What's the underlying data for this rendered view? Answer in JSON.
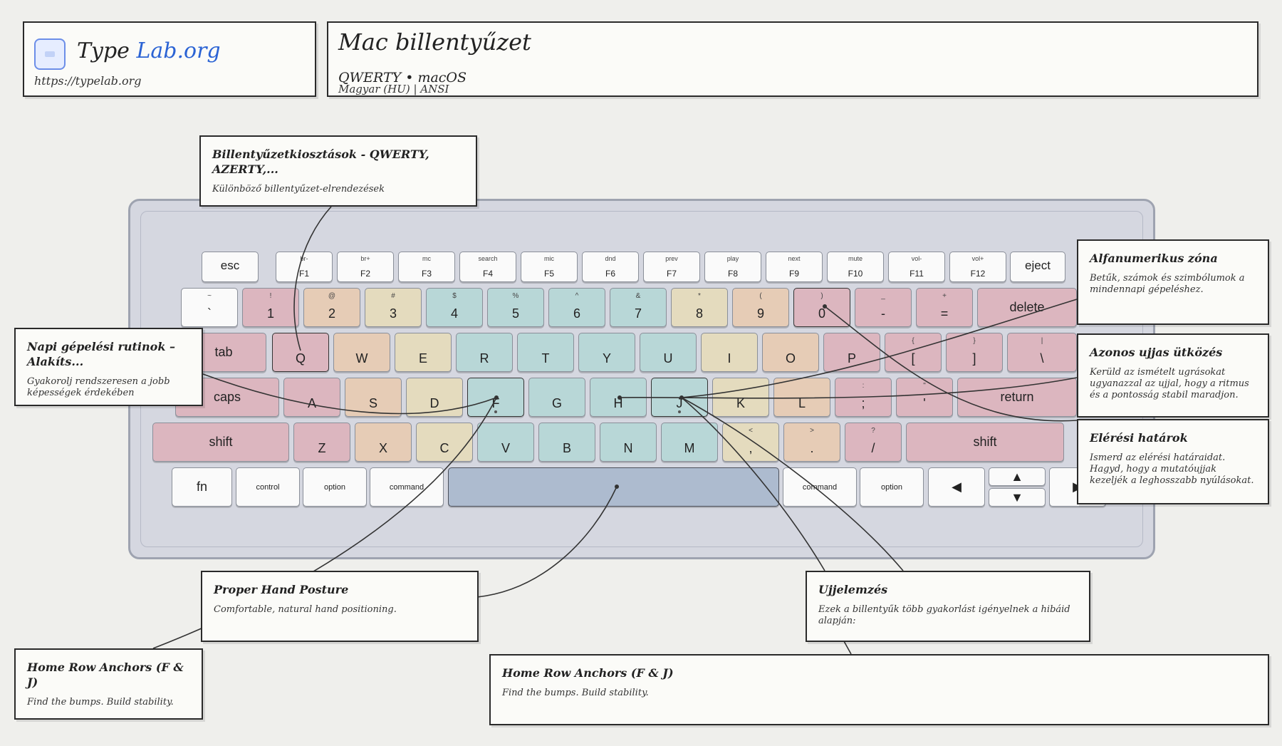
{
  "brand": {
    "name_part1": "Type",
    "name_part2": "Lab.org",
    "url": "https://typelab.org",
    "icon": "keyboard-icon"
  },
  "header": {
    "title": "Mac billentyűzet",
    "subtitle": "QWERTY • macOS",
    "locale_line": "Magyar (HU) | ANSI"
  },
  "colors": {
    "pinky": "#dcb6bf",
    "ring": "#e6ccb6",
    "middle": "#e4dbbe",
    "index": "#b8d7d7",
    "thumb_bar": "#adbbcf",
    "neutral": "#fafafa",
    "frame": "#d5d7e0",
    "link": "#2b63d4"
  },
  "keyboard": {
    "function_row": [
      {
        "id": "esc",
        "label": "esc",
        "sup": ""
      },
      {
        "id": "f1",
        "label": "F1",
        "sup": "br-"
      },
      {
        "id": "f2",
        "label": "F2",
        "sup": "br+"
      },
      {
        "id": "f3",
        "label": "F3",
        "sup": "mc"
      },
      {
        "id": "f4",
        "label": "F4",
        "sup": "search"
      },
      {
        "id": "f5",
        "label": "F5",
        "sup": "mic"
      },
      {
        "id": "f6",
        "label": "F6",
        "sup": "dnd"
      },
      {
        "id": "f7",
        "label": "F7",
        "sup": "prev"
      },
      {
        "id": "f8",
        "label": "F8",
        "sup": "play"
      },
      {
        "id": "f9",
        "label": "F9",
        "sup": "next"
      },
      {
        "id": "f10",
        "label": "F10",
        "sup": "mute"
      },
      {
        "id": "f11",
        "label": "F11",
        "sup": "vol-"
      },
      {
        "id": "f12",
        "label": "F12",
        "sup": "vol+"
      },
      {
        "id": "eject",
        "label": "eject",
        "sup": ""
      }
    ],
    "number_row": [
      {
        "id": "backtick",
        "label": "`",
        "sup": "~"
      },
      {
        "id": "1",
        "label": "1",
        "sup": "!"
      },
      {
        "id": "2",
        "label": "2",
        "sup": "@"
      },
      {
        "id": "3",
        "label": "3",
        "sup": "#"
      },
      {
        "id": "4",
        "label": "4",
        "sup": "$"
      },
      {
        "id": "5",
        "label": "5",
        "sup": "%"
      },
      {
        "id": "6",
        "label": "6",
        "sup": "^"
      },
      {
        "id": "7",
        "label": "7",
        "sup": "&"
      },
      {
        "id": "8",
        "label": "8",
        "sup": "*"
      },
      {
        "id": "9",
        "label": "9",
        "sup": "("
      },
      {
        "id": "0",
        "label": "0",
        "sup": ")"
      },
      {
        "id": "minus",
        "label": "-",
        "sup": "_"
      },
      {
        "id": "equal",
        "label": "=",
        "sup": "+"
      },
      {
        "id": "delete",
        "label": "delete",
        "sup": ""
      }
    ],
    "top_row": [
      {
        "id": "tab",
        "label": "tab",
        "sup": ""
      },
      {
        "id": "q",
        "label": "Q",
        "sup": ""
      },
      {
        "id": "w",
        "label": "W",
        "sup": ""
      },
      {
        "id": "e",
        "label": "E",
        "sup": ""
      },
      {
        "id": "r",
        "label": "R",
        "sup": ""
      },
      {
        "id": "t",
        "label": "T",
        "sup": ""
      },
      {
        "id": "y",
        "label": "Y",
        "sup": ""
      },
      {
        "id": "u",
        "label": "U",
        "sup": ""
      },
      {
        "id": "i",
        "label": "I",
        "sup": ""
      },
      {
        "id": "o",
        "label": "O",
        "sup": ""
      },
      {
        "id": "p",
        "label": "P",
        "sup": ""
      },
      {
        "id": "lbracket",
        "label": "[",
        "sup": "{"
      },
      {
        "id": "rbracket",
        "label": "]",
        "sup": "}"
      },
      {
        "id": "backslash",
        "label": "\\",
        "sup": "|"
      }
    ],
    "home_row": [
      {
        "id": "caps",
        "label": "caps",
        "sup": ""
      },
      {
        "id": "a",
        "label": "A",
        "sup": ""
      },
      {
        "id": "s",
        "label": "S",
        "sup": ""
      },
      {
        "id": "d",
        "label": "D",
        "sup": ""
      },
      {
        "id": "f",
        "label": "F",
        "sup": ""
      },
      {
        "id": "g",
        "label": "G",
        "sup": ""
      },
      {
        "id": "h",
        "label": "H",
        "sup": ""
      },
      {
        "id": "j",
        "label": "J",
        "sup": ""
      },
      {
        "id": "k",
        "label": "K",
        "sup": ""
      },
      {
        "id": "l",
        "label": "L",
        "sup": ""
      },
      {
        "id": "semicolon",
        "label": ";",
        "sup": ":"
      },
      {
        "id": "quote",
        "label": "'",
        "sup": "\""
      },
      {
        "id": "return",
        "label": "return",
        "sup": ""
      }
    ],
    "bottom_row": [
      {
        "id": "lshift",
        "label": "shift",
        "sup": ""
      },
      {
        "id": "z",
        "label": "Z",
        "sup": ""
      },
      {
        "id": "x",
        "label": "X",
        "sup": ""
      },
      {
        "id": "c",
        "label": "C",
        "sup": ""
      },
      {
        "id": "v",
        "label": "V",
        "sup": ""
      },
      {
        "id": "b",
        "label": "B",
        "sup": ""
      },
      {
        "id": "n",
        "label": "N",
        "sup": ""
      },
      {
        "id": "m",
        "label": "M",
        "sup": ""
      },
      {
        "id": "comma",
        "label": ",",
        "sup": "<"
      },
      {
        "id": "period",
        "label": ".",
        "sup": ">"
      },
      {
        "id": "slash",
        "label": "/",
        "sup": "?"
      },
      {
        "id": "rshift",
        "label": "shift",
        "sup": ""
      }
    ],
    "modifier_row": [
      {
        "id": "fn",
        "label": "fn",
        "sup": ""
      },
      {
        "id": "control",
        "label": "control",
        "sup": ""
      },
      {
        "id": "loption",
        "label": "option",
        "sup": ""
      },
      {
        "id": "lcommand",
        "label": "command",
        "sup": ""
      },
      {
        "id": "space",
        "label": "",
        "sup": ""
      },
      {
        "id": "rcommand",
        "label": "command",
        "sup": ""
      },
      {
        "id": "roption",
        "label": "option",
        "sup": ""
      },
      {
        "id": "left",
        "label": "◀",
        "sup": ""
      },
      {
        "id": "up",
        "label": "▲",
        "sup": ""
      },
      {
        "id": "down",
        "label": "▼",
        "sup": ""
      },
      {
        "id": "right",
        "label": "▶",
        "sup": ""
      }
    ]
  },
  "notes": {
    "layouts": {
      "title": "Billentyűzetkiosztások - QWERTY, AZERTY,...",
      "desc": "Különböző billentyűzet-elrendezések"
    },
    "daily": {
      "title": "Napi gépelési rutinok – Alakíts...",
      "desc": "Gyakorolj rendszeresen a jobb képességek érdekében"
    },
    "posture": {
      "title": "Proper Hand Posture",
      "desc": "Comfortable, natural hand positioning."
    },
    "anchors_left": {
      "title": "Home Row Anchors (F & J)",
      "desc": "Find the bumps. Build stability."
    },
    "anchors_bottom": {
      "title": "Home Row Anchors (F & J)",
      "desc": "Find the bumps. Build stability."
    },
    "accuracy": {
      "title": "Ujjelemzés",
      "desc": "Ezek a billentyűk több gyakorlást igényelnek a hibáid alapján:"
    },
    "alpha": {
      "title": "Alfanumerikus zóna",
      "desc": "Betűk, számok és szimbólumok a mindennapi gépeléshez."
    },
    "collision": {
      "title": "Azonos ujjas ütközés",
      "desc": "Kerüld az ismételt ugrásokat ugyanazzal az ujjal, hogy a ritmus és a pontosság stabil maradjon."
    },
    "reach": {
      "title": "Elérési határok",
      "desc": "Ismerd az elérési határaidat. Hagyd, hogy a mutatóujjak kezeljék a leghosszabb nyúlásokat."
    }
  }
}
